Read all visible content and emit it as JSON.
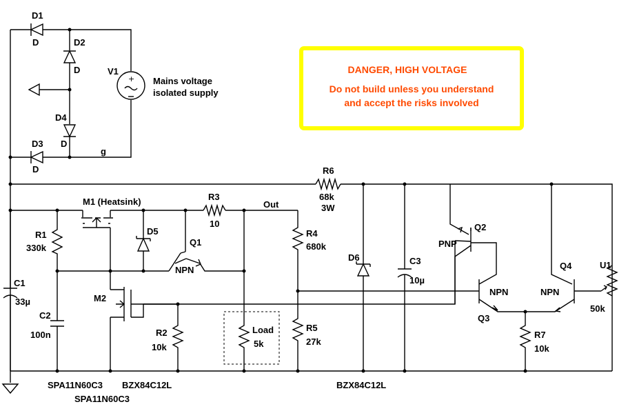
{
  "warning": {
    "title": "DANGER, HIGH VOLTAGE",
    "line1": "Do not build unless you understand",
    "line2": "and accept the risks involved",
    "border_color": "#ffff00",
    "text_color": "#ff4a00"
  },
  "labels": {
    "d1": "D1",
    "d1_model": "D",
    "d2": "D2",
    "d2_model": "D",
    "d3": "D3",
    "d3_model": "D",
    "d4": "D4",
    "d4_model": "D",
    "v1": "V1",
    "v1_desc1": "Mains voltage",
    "v1_desc2": "isolated supply",
    "g": "g",
    "r6": "R6",
    "r6_val": "68k",
    "r6_pow": "3W",
    "m1": "M1 (Heatsink)",
    "r3": "R3",
    "r3_val": "10",
    "out": "Out",
    "r1": "R1",
    "r1_val": "330k",
    "d5": "D5",
    "q1": "Q1",
    "q1_type": "NPN",
    "r4": "R4",
    "r4_val": "680k",
    "d6": "D6",
    "c3": "C3",
    "c3_val": "10µ",
    "q2": "Q2",
    "q2_type": "PNP",
    "q3": "Q3",
    "q3_type": "NPN",
    "q4": "Q4",
    "q4_type": "NPN",
    "u1": "U1",
    "u1_val": "50k",
    "c1": "C1",
    "c1_val": "33µ",
    "m2": "M2",
    "c2": "C2",
    "c2_val": "100n",
    "r2": "R2",
    "r2_val": "10k",
    "load": "Load",
    "load_val": "5k",
    "r5": "R5",
    "r5_val": "27k",
    "r7": "R7",
    "r7_val": "10k",
    "m1_model": "SPA11N60C3",
    "m2_model": "SPA11N60C3",
    "d5_model": "BZX84C12L",
    "d6_model": "BZX84C12L"
  }
}
